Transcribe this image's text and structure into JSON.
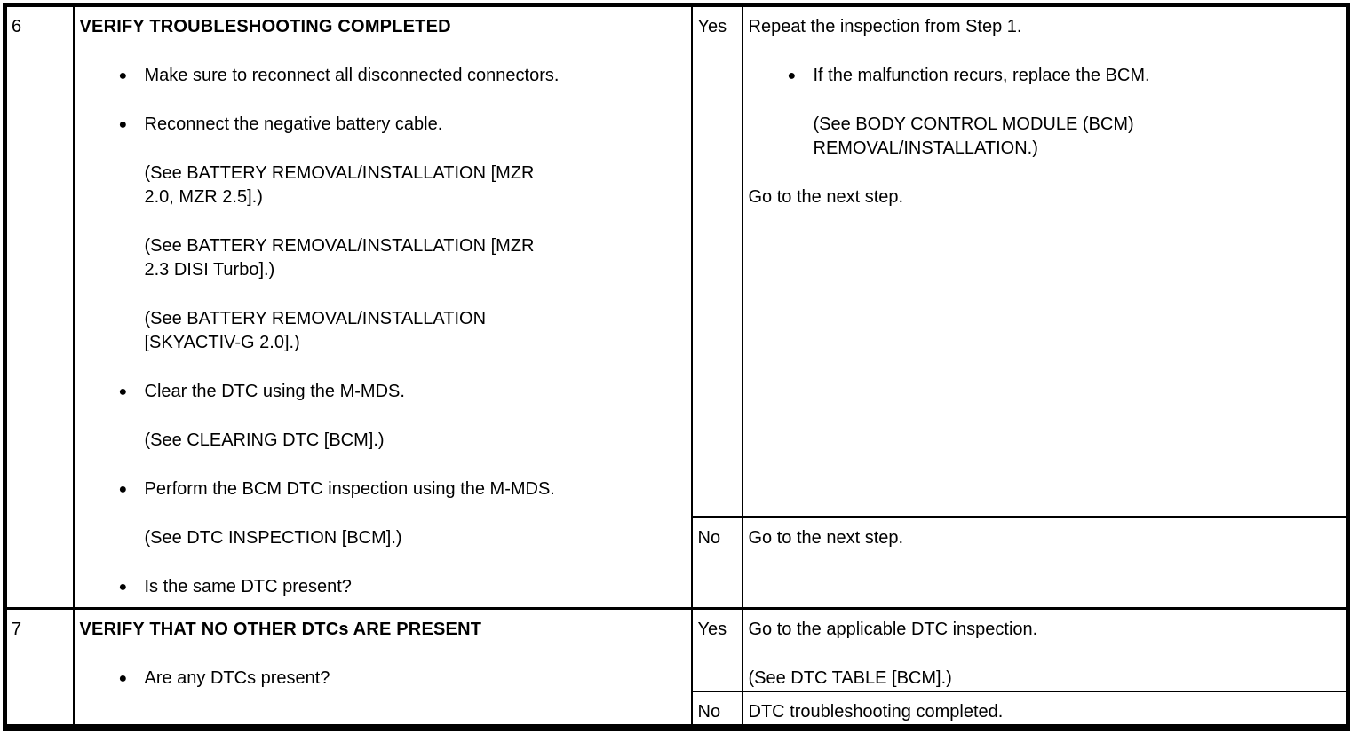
{
  "bullet_glyph": "●",
  "table": {
    "rows": [
      {
        "step": "6",
        "action": {
          "title": "VERIFY TROUBLESHOOTING COMPLETED",
          "items": [
            {
              "kind": "bullet",
              "text": "Make sure to reconnect all disconnected connectors."
            },
            {
              "kind": "bullet",
              "text": "Reconnect the negative battery cable."
            },
            {
              "kind": "ref",
              "text": "(See BATTERY REMOVAL/INSTALLATION [MZR\n2.0, MZR 2.5].)"
            },
            {
              "kind": "ref",
              "text": "(See BATTERY REMOVAL/INSTALLATION [MZR\n2.3 DISI Turbo].)"
            },
            {
              "kind": "ref",
              "text": "(See BATTERY REMOVAL/INSTALLATION\n[SKYACTIV-G 2.0].)"
            },
            {
              "kind": "bullet",
              "text": "Clear the DTC using the M-MDS."
            },
            {
              "kind": "ref",
              "text": "(See CLEARING DTC [BCM].)"
            },
            {
              "kind": "bullet",
              "text": "Perform the BCM DTC inspection using the M-MDS."
            },
            {
              "kind": "ref",
              "text": "(See DTC INSPECTION [BCM].)"
            },
            {
              "kind": "bullet",
              "text": "Is the same DTC present?"
            }
          ]
        },
        "yes": {
          "label": "Yes",
          "paragraphs": [
            {
              "kind": "plain",
              "text": "Repeat the inspection from Step 1."
            },
            {
              "kind": "bullet",
              "text": "If the malfunction recurs, replace the BCM."
            },
            {
              "kind": "ref",
              "text": "(See BODY CONTROL MODULE (BCM)\nREMOVAL/INSTALLATION.)"
            },
            {
              "kind": "plain",
              "text": "Go to the next step."
            }
          ]
        },
        "no": {
          "label": "No",
          "paragraphs": [
            {
              "kind": "plain",
              "text": "Go to the next step."
            }
          ]
        }
      },
      {
        "step": "7",
        "action": {
          "title": "VERIFY THAT NO OTHER DTCs ARE PRESENT",
          "items": [
            {
              "kind": "bullet",
              "text": "Are any DTCs present?"
            }
          ]
        },
        "yes": {
          "label": "Yes",
          "paragraphs": [
            {
              "kind": "plain",
              "text": "Go to the applicable DTC inspection."
            },
            {
              "kind": "ref",
              "text": "(See DTC TABLE [BCM].)"
            }
          ]
        },
        "no": {
          "label": "No",
          "paragraphs": [
            {
              "kind": "plain",
              "text": "DTC troubleshooting completed."
            }
          ]
        }
      }
    ]
  }
}
